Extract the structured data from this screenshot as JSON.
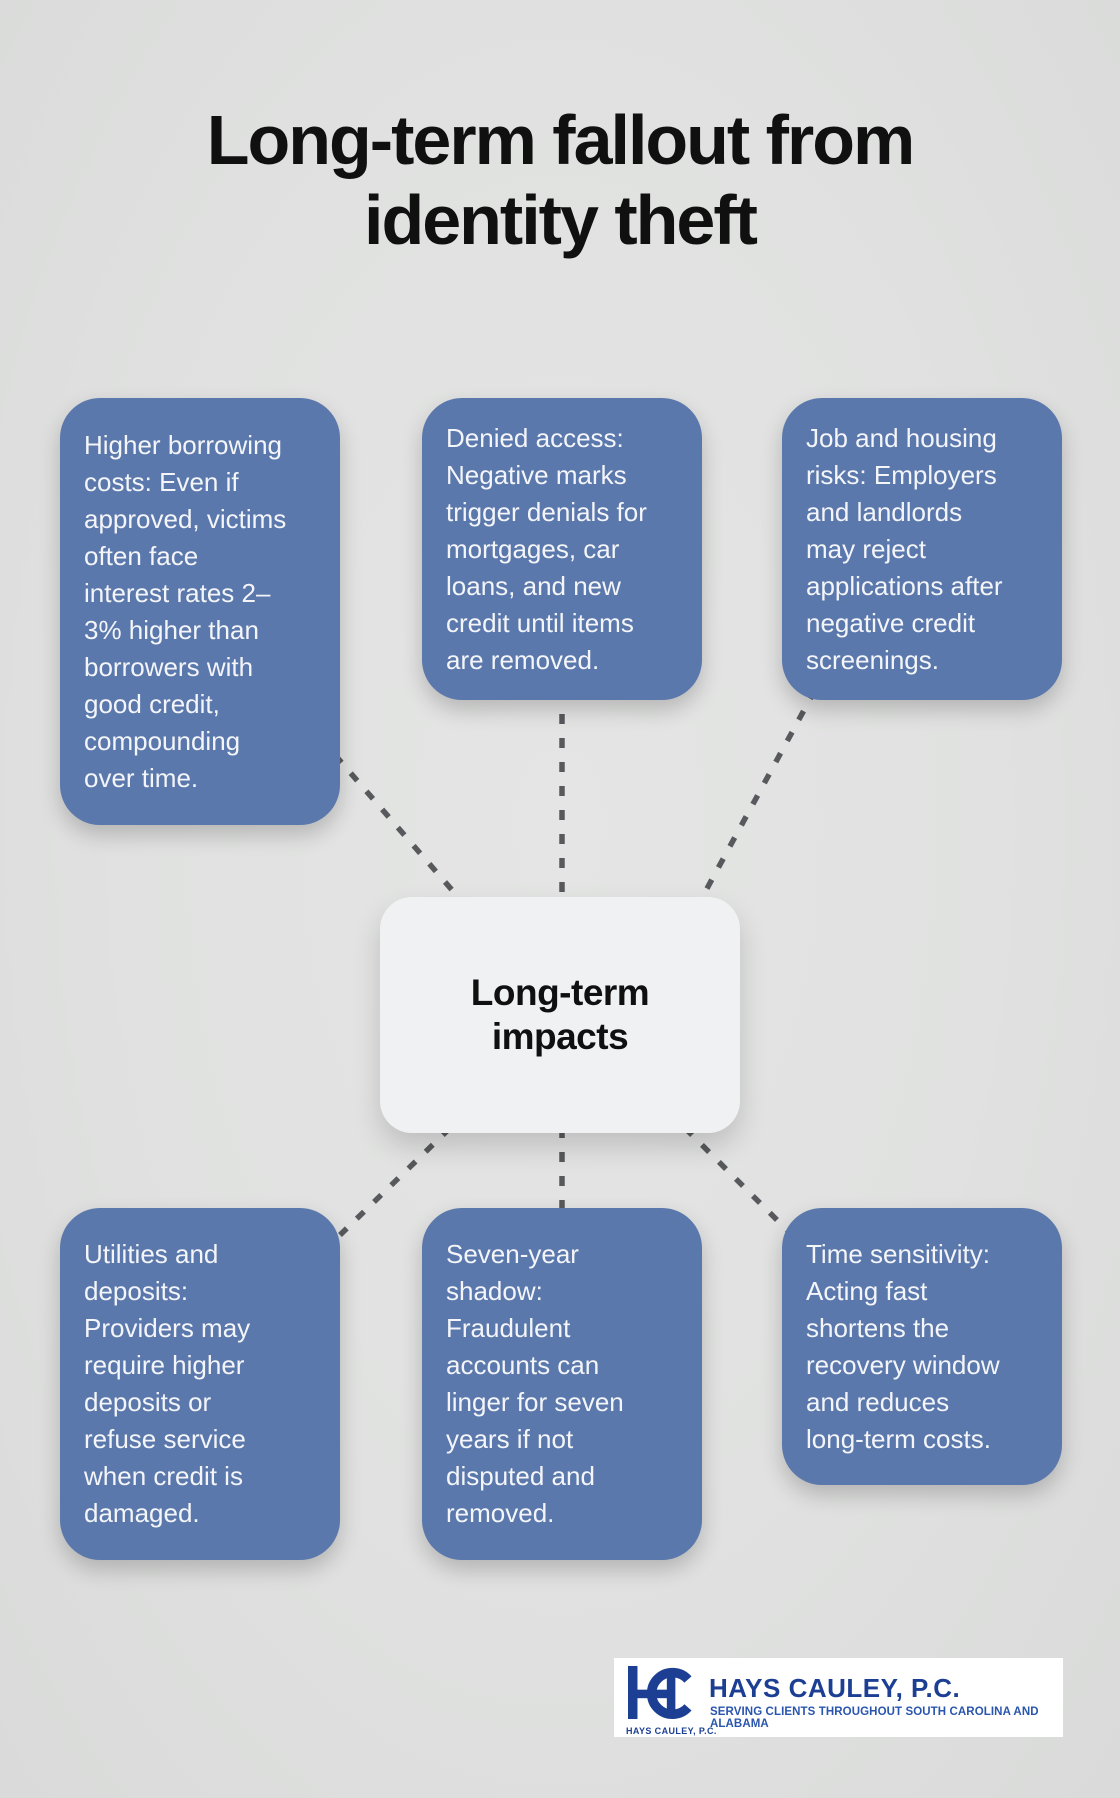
{
  "title": "Long-term fallout from\nidentity theft",
  "center": {
    "label": "Long-term\nimpacts"
  },
  "cards": [
    {
      "id": "borrowing-costs",
      "text": "Higher borrowing\ncosts: Even if\napproved, victims\noften face\ninterest rates 2–\n3% higher than\nborrowers with\ngood credit,\ncompounding\nover time."
    },
    {
      "id": "denied-access",
      "text": "Denied access:\nNegative marks\ntrigger denials for\nmortgages, car\nloans, and new\ncredit until items\nare removed."
    },
    {
      "id": "job-housing-risks",
      "text": "Job and housing\nrisks: Employers\nand landlords\nmay reject\napplications after\nnegative credit\nscreenings."
    },
    {
      "id": "utilities-deposits",
      "text": "Utilities and\ndeposits:\nProviders may\nrequire higher\ndeposits or\nrefuse service\nwhen credit is\ndamaged."
    },
    {
      "id": "seven-year-shadow",
      "text": "Seven-year\nshadow:\nFraudulent\naccounts can\nlinger for seven\nyears if not\ndisputed and\nremoved."
    },
    {
      "id": "time-sensitivity",
      "text": "Time sensitivity:\nActing fast\nshortens the\nrecovery window\nand reduces\nlong-term costs."
    }
  ],
  "logo": {
    "monogram": "HC",
    "name": "HAYS CAULEY, P.C.",
    "tagline": "SERVING CLIENTS THROUGHOUT SOUTH CAROLINA AND ALABAMA",
    "small_label": "HAYS CAULEY, P.C."
  },
  "colors": {
    "background": "#e0e1e0",
    "background_light": "#e4e5e4",
    "background_dark": "#d9dad9",
    "title_color": "#101010",
    "card_blue": "#5b78ac",
    "card_text": "#f3f5f9",
    "center_bg": "#f0f1f3",
    "connector": "#58595c",
    "logo_navy": "#1c3f94",
    "logo_light_blue": "#2a55ad"
  }
}
